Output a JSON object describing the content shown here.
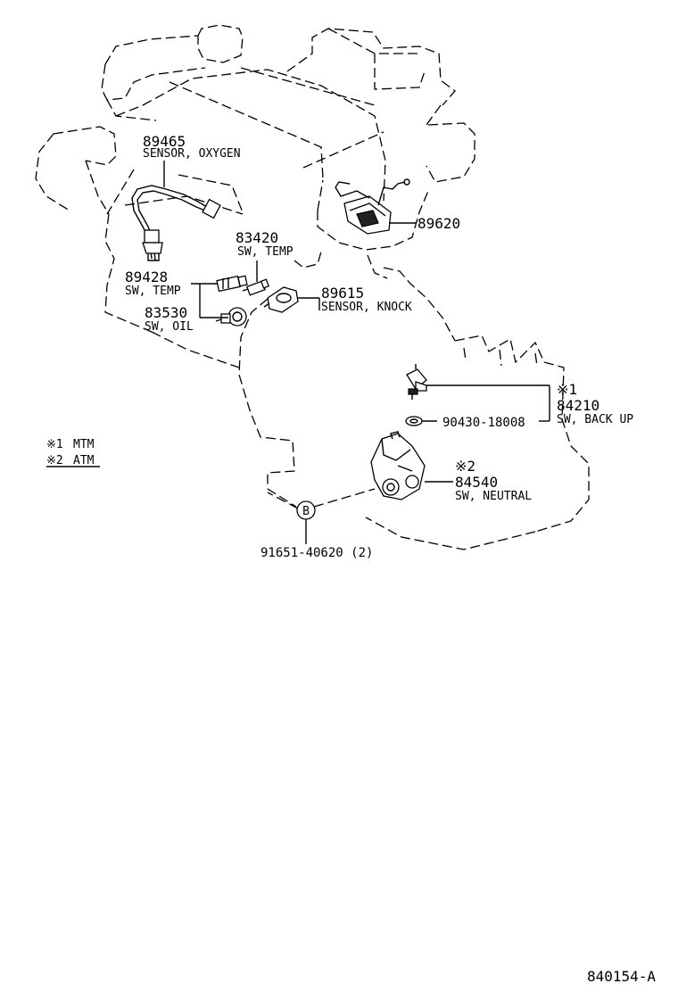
{
  "parts": [
    {
      "key": "oxygen_sensor",
      "number": "89465",
      "name": "SENSOR, OXYGEN"
    },
    {
      "key": "temp_sw_upper",
      "number": "83420",
      "name": "SW, TEMP"
    },
    {
      "key": "temp_sw_lower",
      "number": "89428",
      "name": "SW, TEMP"
    },
    {
      "key": "oil_sw",
      "number": "83530",
      "name": "SW, OIL"
    },
    {
      "key": "knock_sensor",
      "number": "89615",
      "name": "SENSOR, KNOCK"
    },
    {
      "key": "map_sensor",
      "number": "89620",
      "name": ""
    },
    {
      "key": "backup_sw",
      "number": "84210",
      "name": "SW, BACK UP",
      "mark": "※1"
    },
    {
      "key": "gasket",
      "number": "90430-18008",
      "name": ""
    },
    {
      "key": "neutral_sw",
      "number": "84540",
      "name": "SW, NEUTRAL",
      "mark": "※2"
    },
    {
      "key": "bolt",
      "number": "91651-40620 (2)",
      "name": "",
      "callout": "B"
    }
  ],
  "legend": [
    {
      "mark": "※1",
      "text": "MTM"
    },
    {
      "mark": "※2",
      "text": "ATM"
    }
  ],
  "figure_id": "840154-A"
}
